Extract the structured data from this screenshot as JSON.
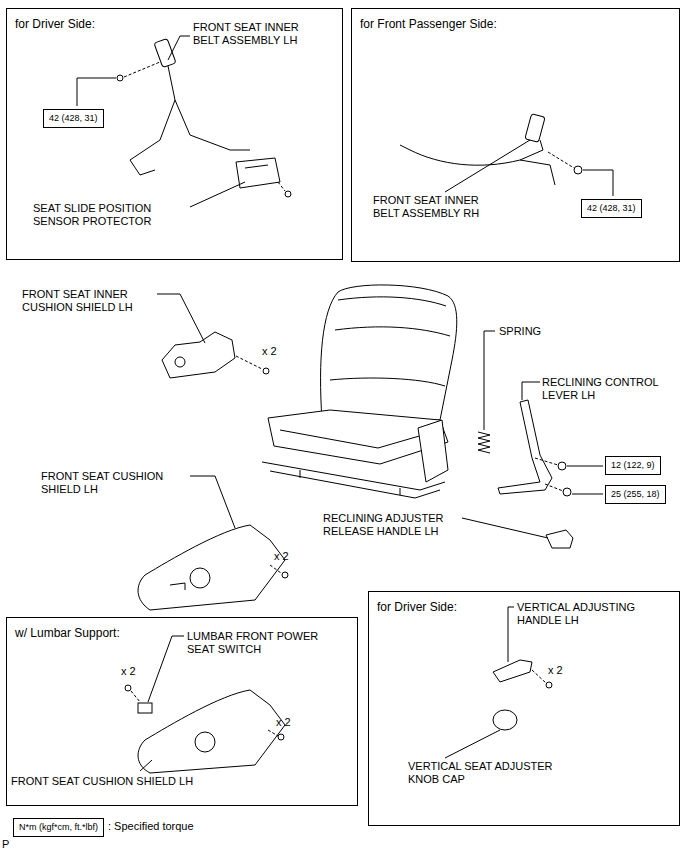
{
  "diagram": {
    "nodes": [
      {
        "text": [
          "for Driver Side:"
        ]
      },
      {
        "text": [
          "42 (428, 31)"
        ],
        "in": 0
      },
      {
        "text": [
          "for Front Passenger Side:"
        ]
      },
      {
        "text": [
          "42 (428, 31)"
        ],
        "in": 2
      },
      {
        "text": [
          "12 (122, 9)"
        ]
      },
      {
        "text": [
          "25 (255, 18)"
        ]
      },
      {
        "text": [
          "w/ Lumbar Support:"
        ]
      },
      {
        "text": [
          "for Driver Side:"
        ]
      },
      {
        "text": [
          "N*m (kgf*cm, ft.*lbf)"
        ]
      }
    ],
    "labels": [
      "FRONT SEAT INNER BELT ASSEMBLY LH",
      "SEAT SLIDE POSITION SENSOR PROTECTOR",
      "FRONT SEAT INNER BELT ASSEMBLY RH",
      "FRONT SEAT INNER CUSHION SHIELD LH",
      "x 2",
      "SPRING",
      "RECLINING CONTROL LEVER LH",
      "FRONT SEAT CUSHION SHIELD LH",
      "x 2",
      "RECLINING ADJUSTER RELEASE HANDLE LH",
      "LUMBAR FRONT POWER SEAT SWITCH",
      "x 2",
      "x 2",
      "FRONT SEAT CUSHION SHIELD LH",
      "VERTICAL ADJUSTING HANDLE LH",
      "x 2",
      "VERTICAL SEAT ADJUSTER KNOB CAP",
      "P"
    ],
    "legend": [
      {
        "text": ": Specified torque"
      }
    ]
  }
}
